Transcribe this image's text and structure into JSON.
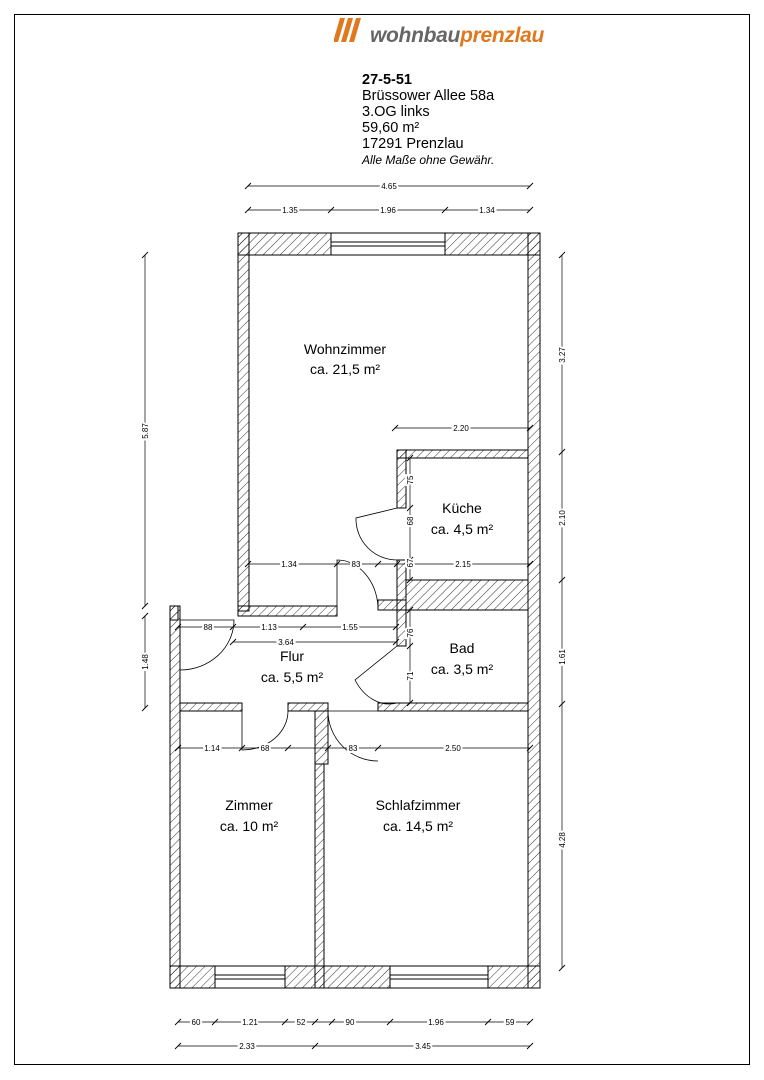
{
  "header": {
    "logo_part1": "wohnbau",
    "logo_part2": "prenzlau",
    "unit_id": "27-5-51",
    "street": "Brüssower Allee 58a",
    "floor": "3.OG links",
    "area": "59,60 m²",
    "city": "17291 Prenzlau",
    "disclaimer": "Alle Maße ohne Gewähr."
  },
  "colors": {
    "logo_grey": "#666666",
    "logo_orange": "#e0781d",
    "wall_hatch": "#000000"
  },
  "rooms": [
    {
      "name": "Wohnzimmer",
      "area": "ca. 21,5 m²"
    },
    {
      "name": "Küche",
      "area": "ca. 4,5 m²"
    },
    {
      "name": "Bad",
      "area": "ca. 3,5 m²"
    },
    {
      "name": "Flur",
      "area": "ca. 5,5 m²"
    },
    {
      "name": "Zimmer",
      "area": "ca. 10 m²"
    },
    {
      "name": "Schlafzimmer",
      "area": "ca. 14,5 m²"
    }
  ],
  "dimensions": {
    "top_total": "4.65",
    "top_segments": [
      "1.35",
      "1.96",
      "1.34"
    ],
    "left_upper": "5.87",
    "left_lower": "1.48",
    "right_segments": [
      "3.27",
      "2.10",
      "1.61",
      "4.28"
    ],
    "wohn_inner": "2.20",
    "kueche_v": [
      "75",
      "68",
      "67"
    ],
    "wohn_bottom": [
      "1.34",
      "83",
      "2.15"
    ],
    "flur_row": [
      "88",
      "1.13",
      "1.55"
    ],
    "flur_total": "3.64",
    "bad_v": [
      "76",
      "71"
    ],
    "lower_inner": [
      "1.14",
      "68",
      "83",
      "2.50"
    ],
    "bottom_segments": [
      "60",
      "1.21",
      "52",
      "90",
      "1.96",
      "59"
    ],
    "bottom_totals": [
      "2.33",
      "3.45"
    ]
  }
}
